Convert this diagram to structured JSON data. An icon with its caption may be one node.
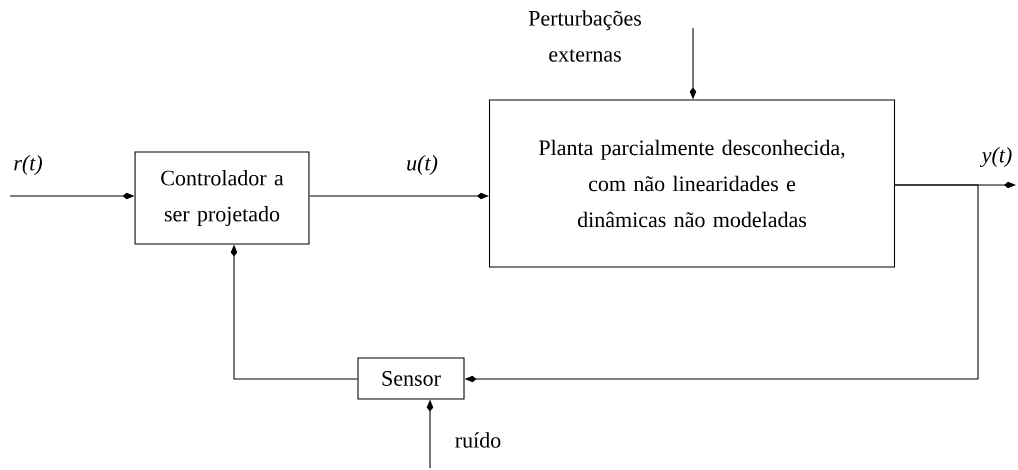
{
  "diagram": {
    "nodes": [
      {
        "text": [
          "Controlador a ser projetado"
        ]
      },
      {
        "text": [
          "Planta parcialmente desconhecida, com não linearidades e dinâmicas não modeladas"
        ]
      },
      {
        "text": [
          "Sensor"
        ]
      }
    ],
    "edges": [
      {
        "from": null,
        "to": 0,
        "arrow": "to",
        "label": "r(t)"
      },
      {
        "from": 0,
        "to": 1,
        "arrow": "to",
        "label": "u(t)"
      },
      {
        "from": 1,
        "to": null,
        "arrow": "to",
        "label": "y(t)"
      },
      {
        "from": null,
        "to": 1,
        "arrow": "to",
        "label": "Perturbações externas"
      },
      {
        "from": 1,
        "to": 2,
        "arrow": "to"
      },
      {
        "from": null,
        "to": 2,
        "arrow": "to",
        "label": "ruído"
      },
      {
        "from": 2,
        "to": 0,
        "arrow": "to"
      }
    ]
  }
}
